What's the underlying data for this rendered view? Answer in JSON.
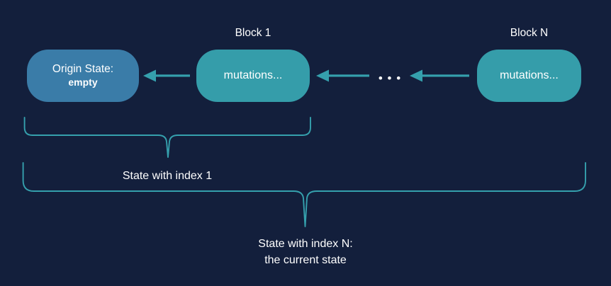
{
  "diagram": {
    "title": "blockchain-state-chain",
    "background_color": "#131f3c",
    "colors": {
      "origin_node": "#3a7ca8",
      "block_node": "#359daa",
      "arrow": "#35a0ad",
      "brace": "#35a0ad",
      "text": "#ffffff"
    },
    "nodes": {
      "origin": {
        "line1": "Origin State:",
        "line2": "empty"
      },
      "block_1": {
        "caption": "Block 1",
        "body": "mutations..."
      },
      "block_n": {
        "caption": "Block N",
        "body": "mutations..."
      }
    },
    "ellipsis": "• • •",
    "arrows": [
      {
        "name": "arrow-block1-to-origin",
        "direction": "left"
      },
      {
        "name": "arrow-middle-to-block1",
        "direction": "left"
      },
      {
        "name": "arrow-blockn-to-middle",
        "direction": "left"
      }
    ],
    "braces": {
      "state_1": {
        "label": "State with index 1"
      },
      "state_n": {
        "label_line1": "State with index N:",
        "label_line2": "the current state"
      }
    }
  }
}
